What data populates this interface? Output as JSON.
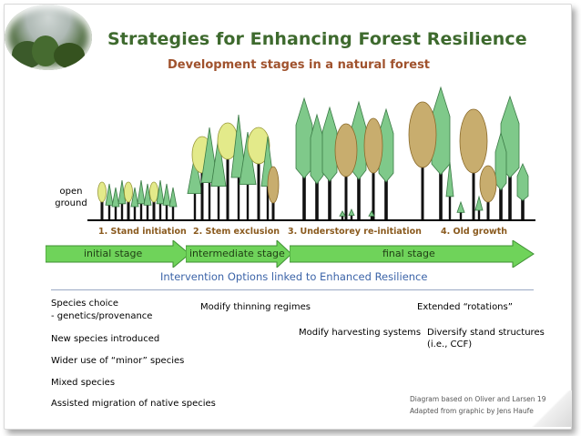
{
  "title": "Strategies for Enhancing Forest Resilience",
  "subtitle": "Development stages in a natural forest",
  "open_ground": "open ground",
  "stages": [
    "1. Stand initiation",
    "2. Stem exclusion",
    "3. Understorey re-initiation",
    "4. Old growth"
  ],
  "phases": [
    "initial stage",
    "intermediate stage",
    "final stage"
  ],
  "interventions_title": "Intervention Options linked to Enhanced Resilience",
  "options": {
    "species_choice": "Species choice",
    "genetics": "- genetics/provenance",
    "new_species": "New species introduced",
    "minor_species": "Wider use of “minor” species",
    "mixed": "Mixed species",
    "migration": "Assisted migration of native species",
    "thinning": "Modify thinning regimes",
    "harvesting": "Modify harvesting systems",
    "rotations": "Extended “rotations”",
    "diversify": "Diversify stand structures",
    "ccf": "(i.e., CCF)"
  },
  "credits": {
    "line1": "Diagram based on Oliver and Larsen 19",
    "line2": "Adapted from graphic by Jens Haufe"
  },
  "colors": {
    "title": "#3e6a2e",
    "subtitle": "#a0522d",
    "arrow": "#6fd35a",
    "conifer": "#7fc98a",
    "broadleaf": "#c8ad6e",
    "light_tree": "#e3ea8a"
  }
}
